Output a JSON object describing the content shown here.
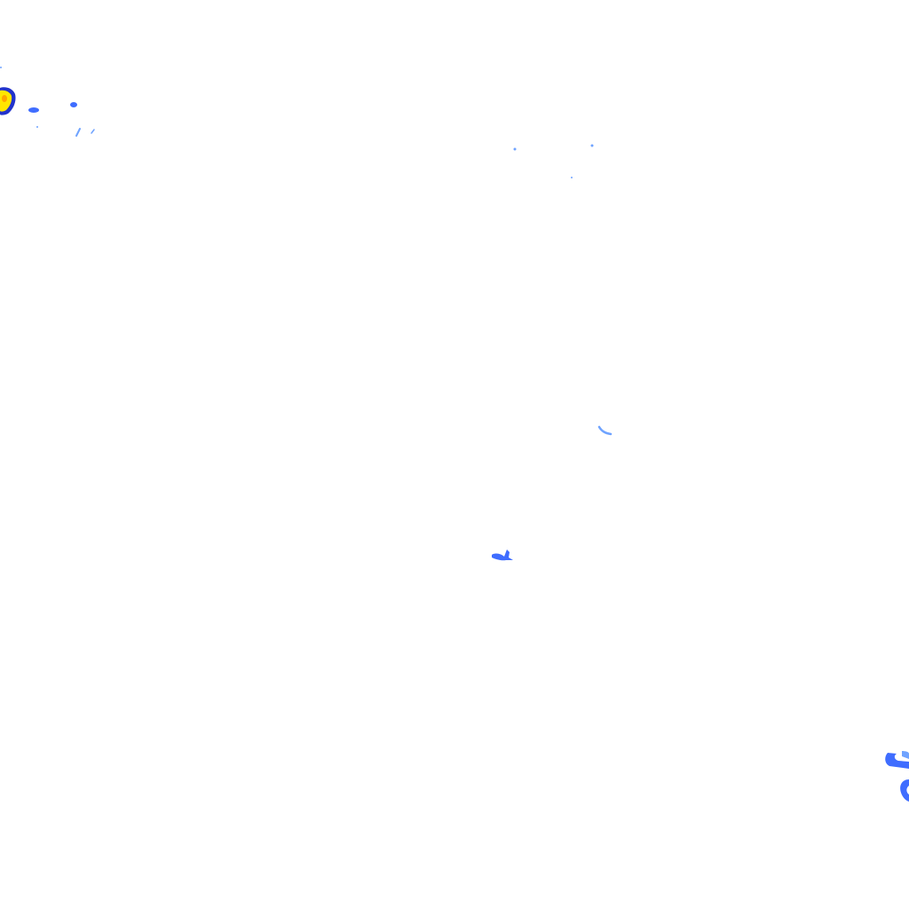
{
  "colors": {
    "background": "#ffffff",
    "light_blue": "#6fa3ff",
    "blue": "#3f6dff",
    "dark_blue": "#2233cc",
    "yellow": "#ffe600",
    "orange": "#ffa500"
  },
  "layer": {
    "type": "precipitation-radar-tile",
    "legend": "none",
    "labels": "none"
  }
}
